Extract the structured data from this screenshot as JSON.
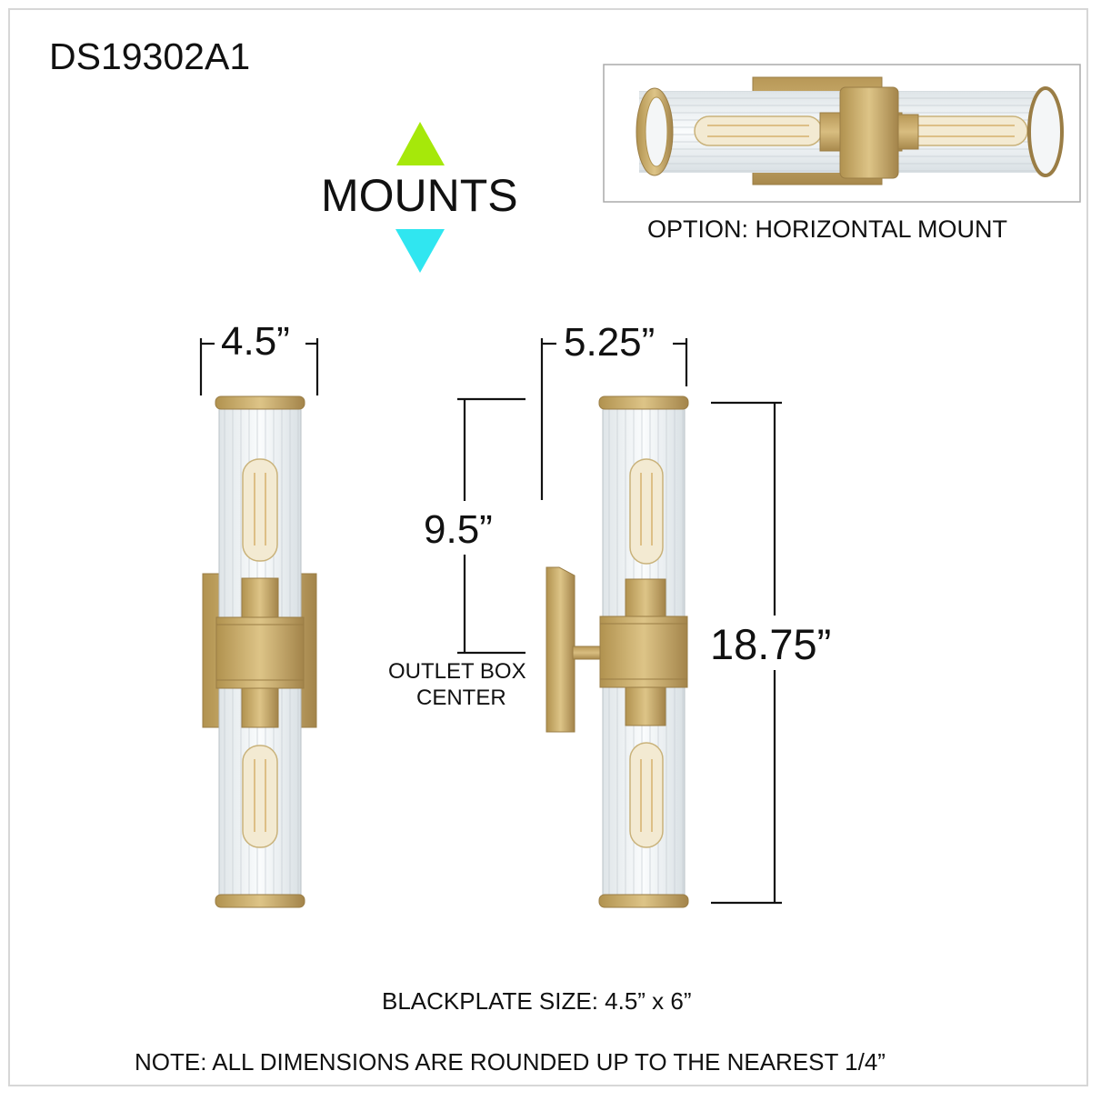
{
  "model_number": "DS19302A1",
  "mounts_label": "MOUNTS",
  "horizontal_caption": "OPTION: HORIZONTAL MOUNT",
  "dimensions": {
    "width_front": "4.5”",
    "extension": "5.25”",
    "outlet_height": "9.5”",
    "overall_height": "18.75”"
  },
  "outlet_label": {
    "line1": "OUTLET BOX",
    "line2": "CENTER"
  },
  "backplate_size": "BLACKPLATE SIZE: 4.5” x 6”",
  "note": "NOTE: ALL DIMENSIONS ARE ROUNDED UP TO THE NEAREST 1/4”",
  "colors": {
    "arrow_up": "#a6e80a",
    "arrow_down": "#30e6f0",
    "brass": "#c9ab6a",
    "brass_dark": "#a88a4e",
    "glass": "#eef2f4"
  },
  "icons": [
    "up-arrow-icon",
    "down-arrow-icon"
  ]
}
